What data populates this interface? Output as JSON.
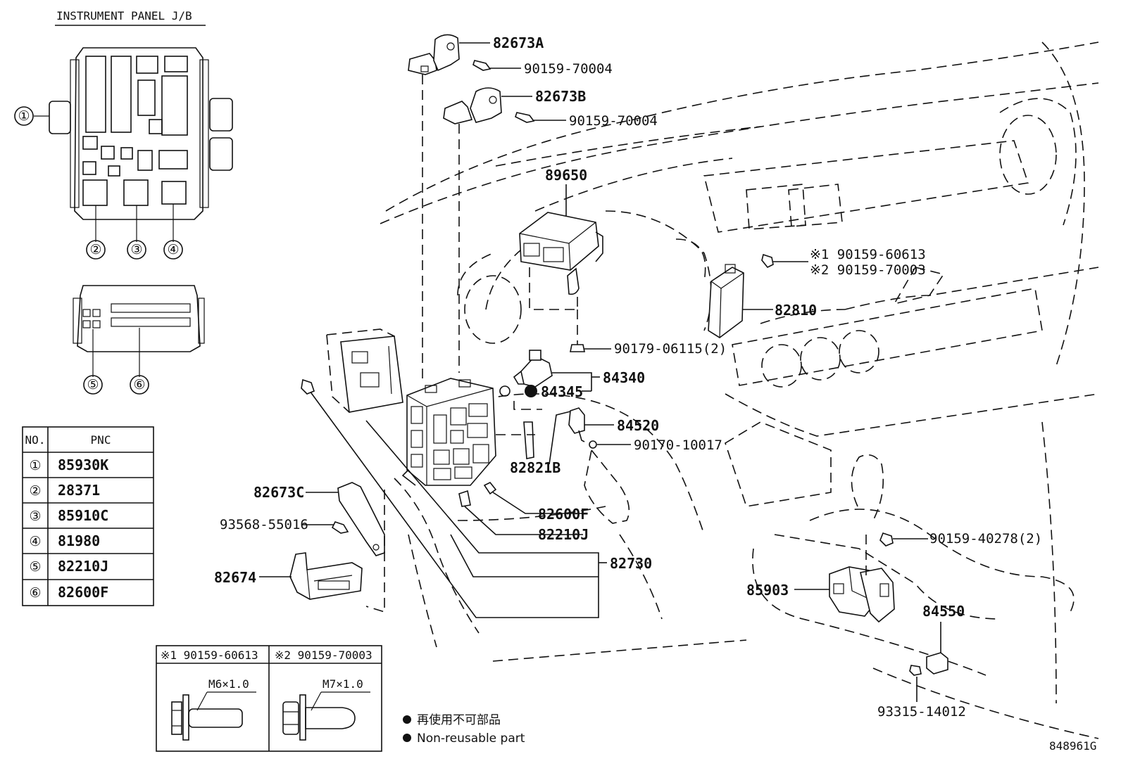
{
  "inset_title": "INSTRUMENT PANEL J/B",
  "jb_markers": [
    "①",
    "②",
    "③",
    "④",
    "⑤",
    "⑥"
  ],
  "table": {
    "headers": [
      "NO.",
      "PNC"
    ],
    "rows": [
      {
        "no": "①",
        "pnc": "85930K"
      },
      {
        "no": "②",
        "pnc": "28371"
      },
      {
        "no": "③",
        "pnc": "85910C"
      },
      {
        "no": "④",
        "pnc": "81980"
      },
      {
        "no": "⑤",
        "pnc": "82210J"
      },
      {
        "no": "⑥",
        "pnc": "82600F"
      }
    ]
  },
  "bolt_box": {
    "col1_title": "※1 90159-60613",
    "col2_title": "※2 90159-70003",
    "col1_size": "M6×1.0",
    "col2_size": "M7×1.0"
  },
  "legend": {
    "jp": "再使用不可部品",
    "en": "Non-reusable part"
  },
  "parts": {
    "p82673A": "82673A",
    "p90159_70004a": "90159-70004",
    "p82673B": "82673B",
    "p90159_70004b": "90159-70004",
    "p89650": "89650",
    "p_note1": "※1 90159-60613",
    "p_note2": "※2 90159-70003",
    "p82810": "82810",
    "p90179": "90179-06115(2)",
    "p84340": "84340",
    "p84345": "84345",
    "p84520": "84520",
    "p90170": "90170-10017",
    "p82821B": "82821B",
    "p82600F": "82600F",
    "p82210J": "82210J",
    "p82730": "82730",
    "p82673C": "82673C",
    "p93568": "93568-55016",
    "p82674": "82674",
    "p90159_40278": "90159-40278(2)",
    "p85903": "85903",
    "p84550": "84550",
    "p93315": "93315-14012"
  },
  "figure_id": "848961G"
}
